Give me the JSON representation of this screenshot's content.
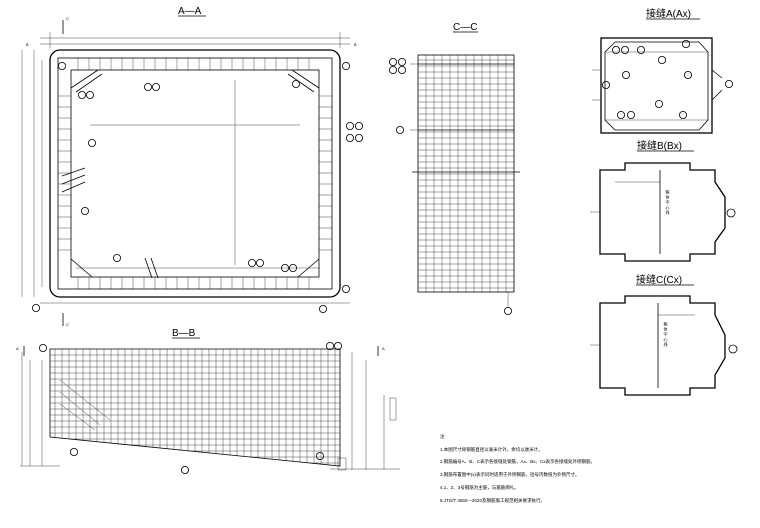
{
  "titles": {
    "section_aa": "A—A",
    "section_bb": "B—B",
    "section_cc": "C—C",
    "joint_a": "接缝A(Ax)",
    "joint_b": "接缝B(Bx)",
    "joint_c": "接缝C(Cx)"
  },
  "section_marks": {
    "a": "A",
    "b": "B",
    "c": "C"
  },
  "notes": {
    "heading": "注",
    "lines": [
      "1.本图尺寸除钢筋直径以毫米计外，余均以厘米计。",
      "2.钢筋编号A、B、C表示各接缝处钢筋，Ax、Bx、Cx表示各接缝处外侧钢筋。",
      "3.钢筋布置图中(x)表示同时适用于外侧钢筋，括号内数值为外侧尺寸。",
      "4.1、2、3号钢筋为主筋，与箍筋绑扎。",
      "5.JTG/T 3650—2020及钢筋施工规范相关要求执行。"
    ]
  },
  "vertical_text": {
    "joint_b_inner": "箱 体 中 心 线",
    "joint_c_inner": "箱 体 中 心 线"
  }
}
